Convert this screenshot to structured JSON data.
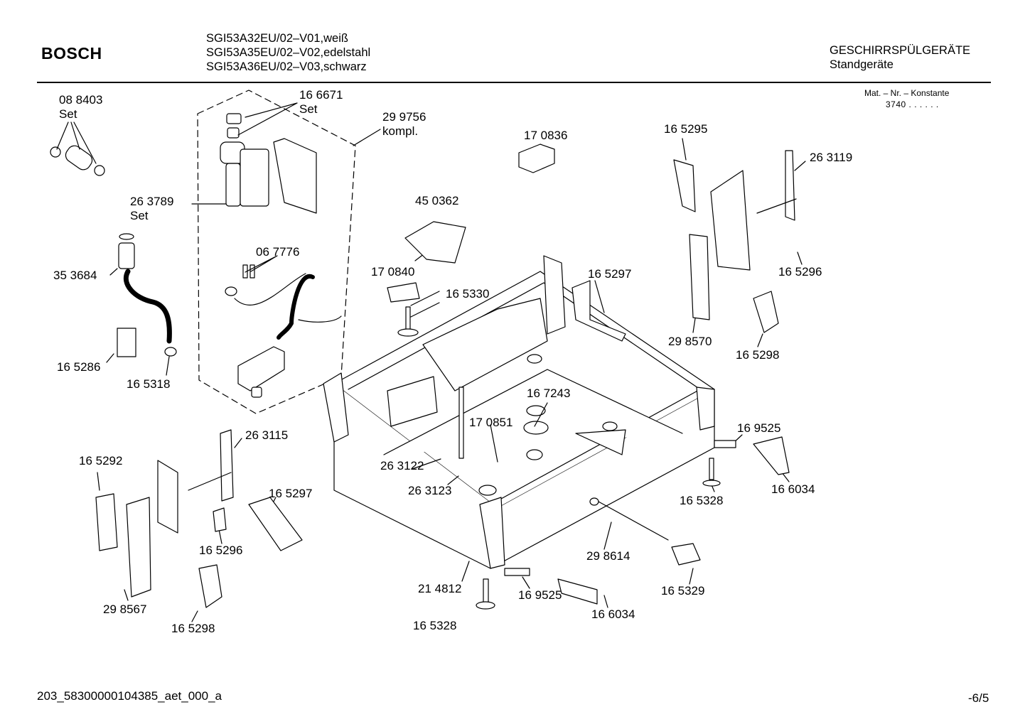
{
  "header": {
    "brand": "BOSCH",
    "models": [
      "SGI53A32EU/02–V01,weiß",
      "SGI53A35EU/02–V02,edelstahl",
      "SGI53A36EU/02–V03,schwarz"
    ],
    "category": "GESCHIRRSPÜLGERÄTE",
    "subcategory": "Standgeräte",
    "mat_label": "Mat. – Nr. – Konstante",
    "mat_value": "3740 . . . . . ."
  },
  "labels": [
    {
      "id": "p088403",
      "lines": [
        "08 8403",
        "Set"
      ]
    },
    {
      "id": "p166671",
      "lines": [
        "16 6671",
        "Set"
      ]
    },
    {
      "id": "p299756",
      "lines": [
        "29 9756",
        "kompl."
      ]
    },
    {
      "id": "p170836",
      "lines": [
        "17 0836"
      ]
    },
    {
      "id": "p165295",
      "lines": [
        "16 5295"
      ]
    },
    {
      "id": "p263119",
      "lines": [
        "26 3119"
      ]
    },
    {
      "id": "p263789",
      "lines": [
        "26 3789",
        "Set"
      ]
    },
    {
      "id": "p450362",
      "lines": [
        "45 0362"
      ]
    },
    {
      "id": "p067776",
      "lines": [
        "06 7776"
      ]
    },
    {
      "id": "p353684",
      "lines": [
        "35 3684"
      ]
    },
    {
      "id": "p170840",
      "lines": [
        "17 0840"
      ]
    },
    {
      "id": "p165297a",
      "lines": [
        "16 5297"
      ]
    },
    {
      "id": "p165296a",
      "lines": [
        "16 5296"
      ]
    },
    {
      "id": "p165330",
      "lines": [
        "16 5330"
      ]
    },
    {
      "id": "p298570",
      "lines": [
        "29 8570"
      ]
    },
    {
      "id": "p165298a",
      "lines": [
        "16 5298"
      ]
    },
    {
      "id": "p165286",
      "lines": [
        "16 5286"
      ]
    },
    {
      "id": "p165318",
      "lines": [
        "16 5318"
      ]
    },
    {
      "id": "p167243",
      "lines": [
        "16 7243"
      ]
    },
    {
      "id": "p170851",
      "lines": [
        "17 0851"
      ]
    },
    {
      "id": "p169525a",
      "lines": [
        "16 9525"
      ]
    },
    {
      "id": "p263115",
      "lines": [
        "26 3115"
      ]
    },
    {
      "id": "p165292",
      "lines": [
        "16 5292"
      ]
    },
    {
      "id": "p263122",
      "lines": [
        "26 3122"
      ]
    },
    {
      "id": "p263123",
      "lines": [
        "26 3123"
      ]
    },
    {
      "id": "p166034a",
      "lines": [
        "16 6034"
      ]
    },
    {
      "id": "p165297b",
      "lines": [
        "16 5297"
      ]
    },
    {
      "id": "p165328a",
      "lines": [
        "16 5328"
      ]
    },
    {
      "id": "p165296b",
      "lines": [
        "16 5296"
      ]
    },
    {
      "id": "p298614",
      "lines": [
        "29 8614"
      ]
    },
    {
      "id": "p214812",
      "lines": [
        "21 4812"
      ]
    },
    {
      "id": "p298567",
      "lines": [
        "29 8567"
      ]
    },
    {
      "id": "p169525b",
      "lines": [
        "16 9525"
      ]
    },
    {
      "id": "p165329",
      "lines": [
        "16 5329"
      ]
    },
    {
      "id": "p166034b",
      "lines": [
        "16 6034"
      ]
    },
    {
      "id": "p165298b",
      "lines": [
        "16 5298"
      ]
    },
    {
      "id": "p165328b",
      "lines": [
        "16 5328"
      ]
    }
  ],
  "footer": {
    "doc_id": "203_58300000104385_aet_000_a",
    "page": "-6/5"
  }
}
